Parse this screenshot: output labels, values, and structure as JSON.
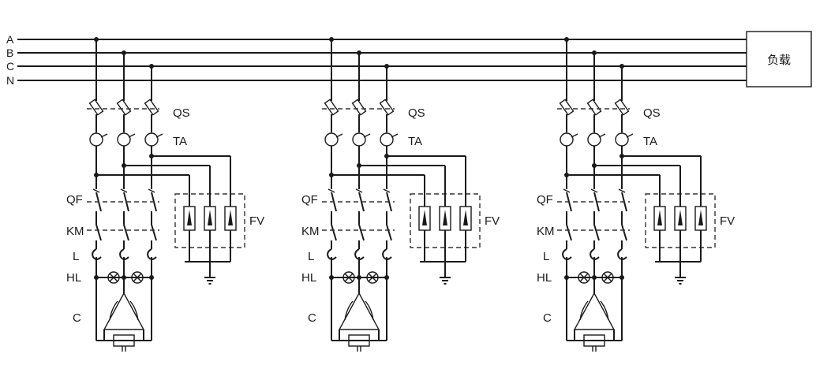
{
  "buses": [
    "A",
    "B",
    "C",
    "N"
  ],
  "load_label": "负载",
  "branch_labels": {
    "qs": "QS",
    "ta": "TA",
    "qf": "QF",
    "km": "KM",
    "l": "L",
    "hl": "HL",
    "c": "C",
    "fv": "FV"
  }
}
